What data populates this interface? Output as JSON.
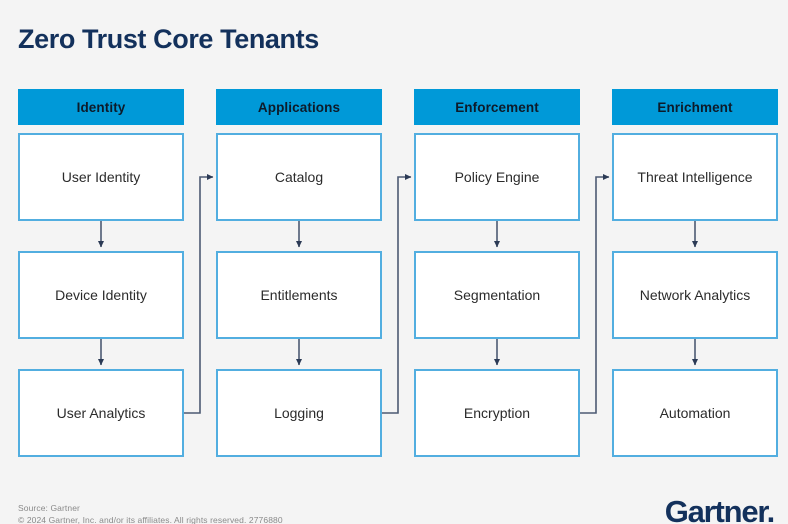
{
  "title": "Zero Trust Core Tenants",
  "colors": {
    "background": "#f4f4f4",
    "title_navy": "#13315c",
    "header_blue": "#0099d8",
    "node_border_blue": "#52aee0",
    "node_fill": "#ffffff",
    "connector_navy": "#33415c",
    "footer_gray": "#8a8a8a"
  },
  "diagram": {
    "type": "flow",
    "columns": [
      {
        "header": "Identity",
        "nodes": [
          "User Identity",
          "Device Identity",
          "User Analytics"
        ]
      },
      {
        "header": "Applications",
        "nodes": [
          "Catalog",
          "Entitlements",
          "Logging"
        ]
      },
      {
        "header": "Enforcement",
        "nodes": [
          "Policy Engine",
          "Segmentation",
          "Encryption"
        ]
      },
      {
        "header": "Enrichment",
        "nodes": [
          "Threat Intelligence",
          "Network Analytics",
          "Automation"
        ]
      }
    ],
    "vertical_flow": "top node flows down to middle node, then down to bottom node within each column",
    "cross_column_flow": "bottom node of each column routes right and up into the top node of the next column"
  },
  "footer": {
    "source": "Source: Gartner",
    "copyright": "© 2024 Gartner, Inc. and/or its affiliates. All rights reserved. 2776880",
    "logo": "Gartner."
  }
}
